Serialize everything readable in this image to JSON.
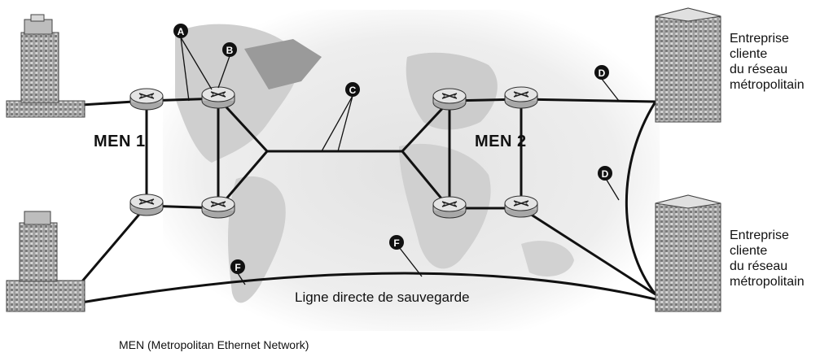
{
  "networks": {
    "men1": "MEN 1",
    "men2": "MEN 2"
  },
  "clients": {
    "top": {
      "line1": "Entreprise",
      "line2": "cliente",
      "line3": "du réseau",
      "line4": "métropolitain"
    },
    "bottom": {
      "line1": "Entreprise",
      "line2": "cliente",
      "line3": "du réseau",
      "line4": "métropolitain"
    }
  },
  "markers": {
    "a": "A",
    "b": "B",
    "c": "C",
    "d": "D",
    "f": "F"
  },
  "backup_line": "Ligne directe de sauvegarde",
  "caption": "MEN (Metropolitan Ethernet Network)",
  "colors": {
    "link": "#111111",
    "router": "#d4d4d4",
    "map": "#e6e6e6",
    "building": "#c8c8c8"
  }
}
